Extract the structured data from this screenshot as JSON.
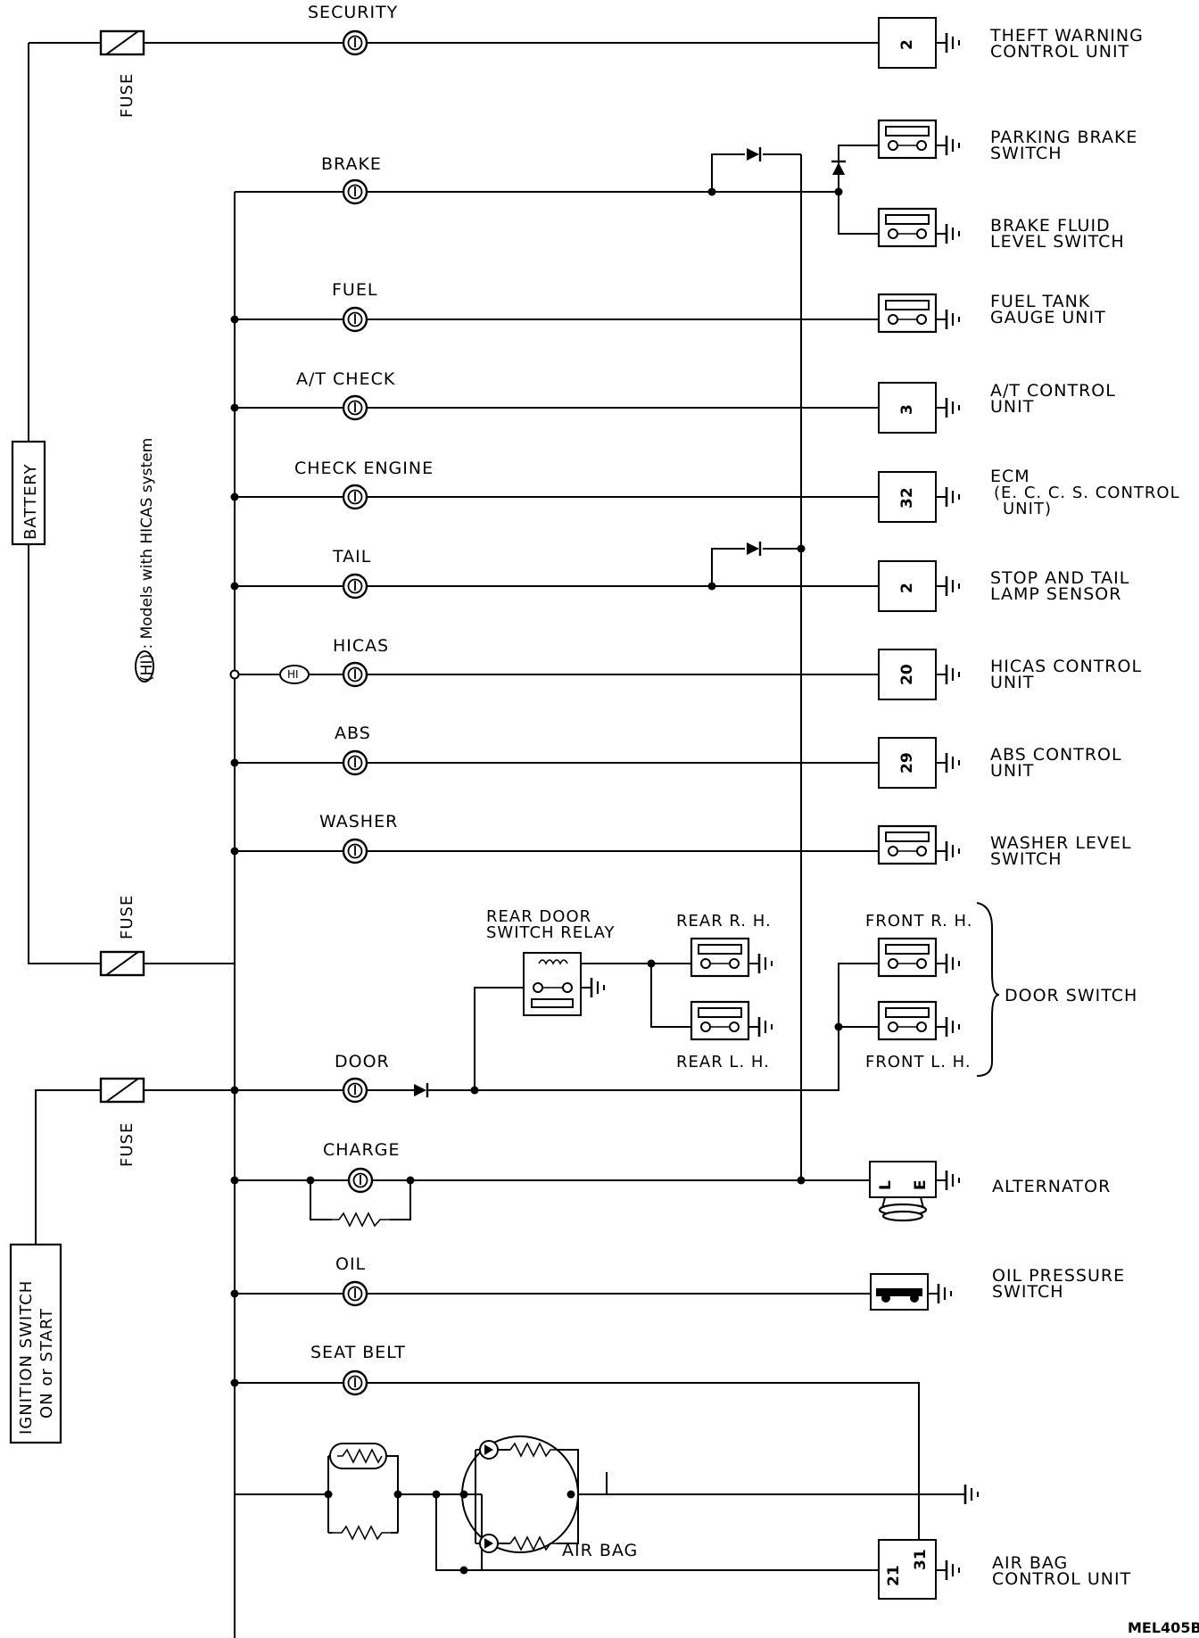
{
  "labels": {
    "security": "SECURITY",
    "brake": "BRAKE",
    "fuel": "FUEL",
    "at_check": "A/T CHECK",
    "check_engine": "CHECK ENGINE",
    "tail": "TAIL",
    "hicas": "HICAS",
    "abs": "ABS",
    "washer": "WASHER",
    "door": "DOOR",
    "charge": "CHARGE",
    "oil": "OIL",
    "seat_belt": "SEAT BELT",
    "air_bag": "AIR BAG"
  },
  "left": {
    "fuse": "FUSE",
    "battery": "BATTERY",
    "ignition_line1": "IGNITION SWITCH",
    "ignition_line2": "ON or START",
    "note": "(HI) : Models with HICAS system",
    "hi_tag": "HI"
  },
  "components": {
    "theft_1": "THEFT WARNING",
    "theft_2": "CONTROL UNIT",
    "parking_1": "PARKING BRAKE",
    "parking_2": "SWITCH",
    "fluid_1": "BRAKE FLUID",
    "fluid_2": "LEVEL SWITCH",
    "fuel_1": "FUEL TANK",
    "fuel_2": "GAUGE UNIT",
    "at_1": "A/T CONTROL",
    "at_2": "UNIT",
    "ecm_1": "ECM",
    "ecm_2": "(E. C. C. S. CONTROL",
    "ecm_3": "UNIT)",
    "stop_1": "STOP AND TAIL",
    "stop_2": "LAMP SENSOR",
    "hicas_1": "HICAS CONTROL",
    "hicas_2": "UNIT",
    "abs_1": "ABS CONTROL",
    "abs_2": "UNIT",
    "washer_1": "WASHER LEVEL",
    "washer_2": "SWITCH",
    "relay_1": "REAR DOOR",
    "relay_2": "SWITCH RELAY",
    "rear_rh": "REAR R. H.",
    "rear_lh": "REAR L. H.",
    "front_rh": "FRONT R. H.",
    "front_lh": "FRONT L. H.",
    "door_switch": "DOOR SWITCH",
    "alternator": "ALTERNATOR",
    "oil_1": "OIL PRESSURE",
    "oil_2": "SWITCH",
    "airbag_unit_1": "AIR BAG",
    "airbag_unit_2": "CONTROL UNIT"
  },
  "pins": {
    "theft": "2",
    "at": "3",
    "ecm": "32",
    "stop": "2",
    "hicas": "20",
    "abs": "29",
    "airbag_a": "21",
    "airbag_b": "31",
    "alt_l": "L",
    "alt_e": "E"
  },
  "figure_code": "MEL405B"
}
